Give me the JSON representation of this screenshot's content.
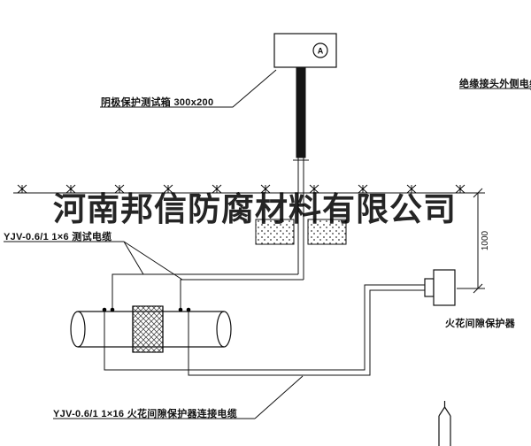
{
  "watermark": {
    "text": "河南邦信防腐材料有限公司"
  },
  "labels": {
    "test_box": "阴极保护测试箱 300x200",
    "outer_cable": "绝缘接头外侧电缆",
    "test_cable": "YJV-0.6/1 1×6  测试电缆",
    "spark_gap": "火花间隙保护器",
    "connection_cable": "YJV-0.6/1 1×16  火花间隙保护器连接电缆"
  },
  "dimension": {
    "value": "1000"
  },
  "meter": {
    "symbol": "A"
  },
  "colors": {
    "line": "#111111",
    "background": "#ffffff"
  }
}
